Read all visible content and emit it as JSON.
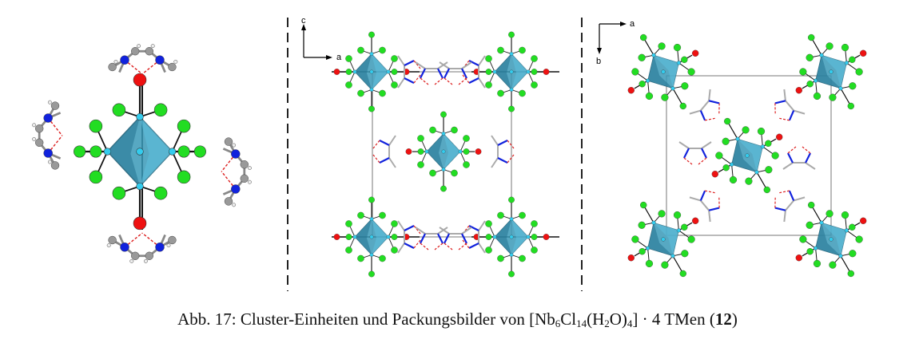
{
  "figure": {
    "panels": [
      {
        "name": "cluster-unit"
      },
      {
        "name": "packing-view-ac",
        "axes": {
          "vertical": "c",
          "horizontal": "a"
        }
      },
      {
        "name": "packing-view-ab",
        "axes": {
          "vertical": "b",
          "horizontal": "a"
        }
      }
    ],
    "colors": {
      "cl": "#22dd22",
      "nb": "#33ccee",
      "octahedron": "#3a9ab8",
      "o": "#ee1111",
      "n": "#1122dd",
      "c": "#999999",
      "h": "#eeeeee",
      "hbond": "#dd2222"
    }
  },
  "caption": {
    "prefix": "Abb. 17: Cluster-Einheiten und Packungsbilder von [Nb",
    "s1": "6",
    "t1": "Cl",
    "s2": "14",
    "t2": "(H",
    "s3": "2",
    "t3": "O)",
    "s4": "4",
    "t4": "] · 4 TMen (",
    "bold": "12",
    "suffix": ")"
  }
}
